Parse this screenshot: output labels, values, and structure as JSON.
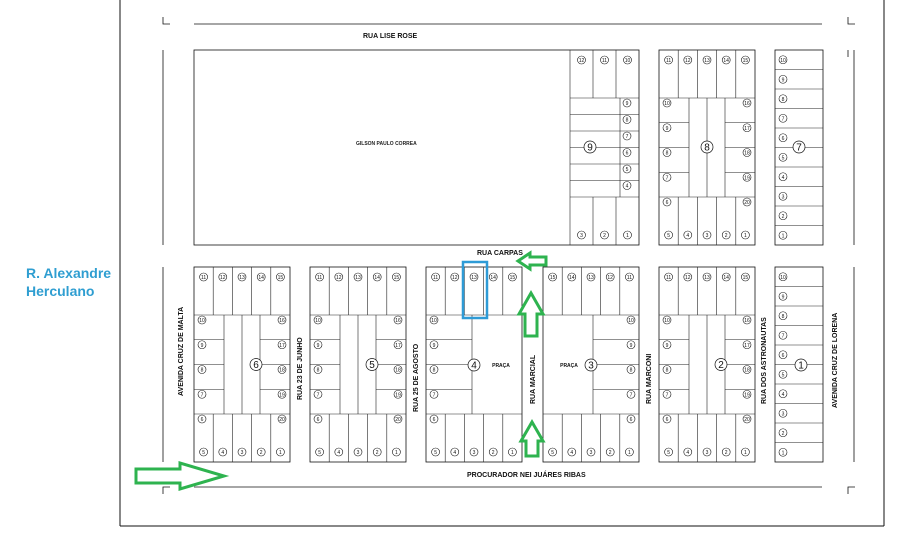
{
  "map": {
    "streets": {
      "lise_rose": "RUA LISE ROSE",
      "carpas": "RUA CARPAS",
      "procurador": "PROCURADOR NEI JUÁRES RIBAS",
      "avenida_malta": "AVENIDA CRUZ DE MALTA",
      "rua_23_junho": "RUA 23 DE JUNHO",
      "rua_25_agosto": "RUA 25 DE AGOSTO",
      "rua_marcial": "RUA MARCIAL",
      "rua_marconi": "RUA MARCONI",
      "rua_astronautas": "RUA DOS ASTRONAUTAS",
      "avenida_lorena": "AVENIDA CRUZ DE LORENA"
    },
    "external_label": "R. Alexandre Herculano",
    "owner_label": "GILSON PAULO CORREA",
    "square_label": "PRAÇA",
    "block_numbers": [
      "6",
      "5",
      "4",
      "3",
      "2",
      "1",
      "9",
      "8",
      "7"
    ],
    "highlight_lot": "13",
    "colors": {
      "lines": "#111111",
      "arrow": "#2eb34f",
      "highlight": "#2e9bd6",
      "external_label": "#2f9ed1"
    },
    "arrows": [
      {
        "name": "arrow-to-avenida",
        "direction": "right"
      },
      {
        "name": "arrow-rua-carpas",
        "direction": "left"
      },
      {
        "name": "arrow-rua-marcial-upper",
        "direction": "up"
      },
      {
        "name": "arrow-rua-marcial-lower",
        "direction": "up"
      }
    ]
  }
}
